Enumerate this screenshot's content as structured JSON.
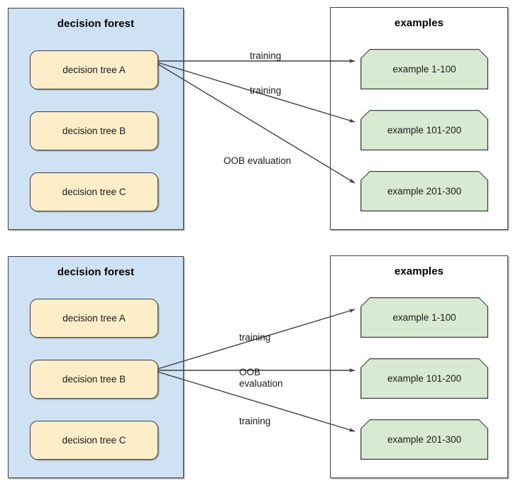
{
  "diagrams": [
    {
      "id": "top",
      "forest": {
        "title": "decision forest",
        "trees": [
          {
            "label": "decision tree A"
          },
          {
            "label": "decision tree B"
          },
          {
            "label": "decision tree C"
          }
        ]
      },
      "examples": {
        "title": "examples",
        "items": [
          {
            "label": "example 1-100"
          },
          {
            "label": "example 101-200"
          },
          {
            "label": "example 201-300"
          }
        ]
      },
      "source_tree_index": 0,
      "arrows": [
        {
          "label": "training",
          "from_tree": "decision tree A",
          "to_example": "example 1-100",
          "kind": "training"
        },
        {
          "label": "training",
          "from_tree": "decision tree A",
          "to_example": "example 101-200",
          "kind": "training"
        },
        {
          "label": "OOB evaluation",
          "from_tree": "decision tree A",
          "to_example": "example 201-300",
          "kind": "oob"
        }
      ]
    },
    {
      "id": "bottom",
      "forest": {
        "title": "decision forest",
        "trees": [
          {
            "label": "decision tree A"
          },
          {
            "label": "decision tree B"
          },
          {
            "label": "decision tree C"
          }
        ]
      },
      "examples": {
        "title": "examples",
        "items": [
          {
            "label": "example 1-100"
          },
          {
            "label": "example 101-200"
          },
          {
            "label": "example 201-300"
          }
        ]
      },
      "source_tree_index": 1,
      "arrows": [
        {
          "label": "training",
          "from_tree": "decision tree B",
          "to_example": "example 1-100",
          "kind": "training"
        },
        {
          "label": "OOB\nevaluation",
          "from_tree": "decision tree B",
          "to_example": "example 101-200",
          "kind": "oob"
        },
        {
          "label": "training",
          "from_tree": "decision tree B",
          "to_example": "example 201-300",
          "kind": "training"
        }
      ]
    }
  ],
  "colors": {
    "forest_panel_fill": "#cfe2f3",
    "tree_box_fill": "#fdeec9",
    "example_box_fill": "#d9ead3",
    "stroke": "#3c4043",
    "text": "#1a1a1a",
    "background": "#ffffff"
  }
}
